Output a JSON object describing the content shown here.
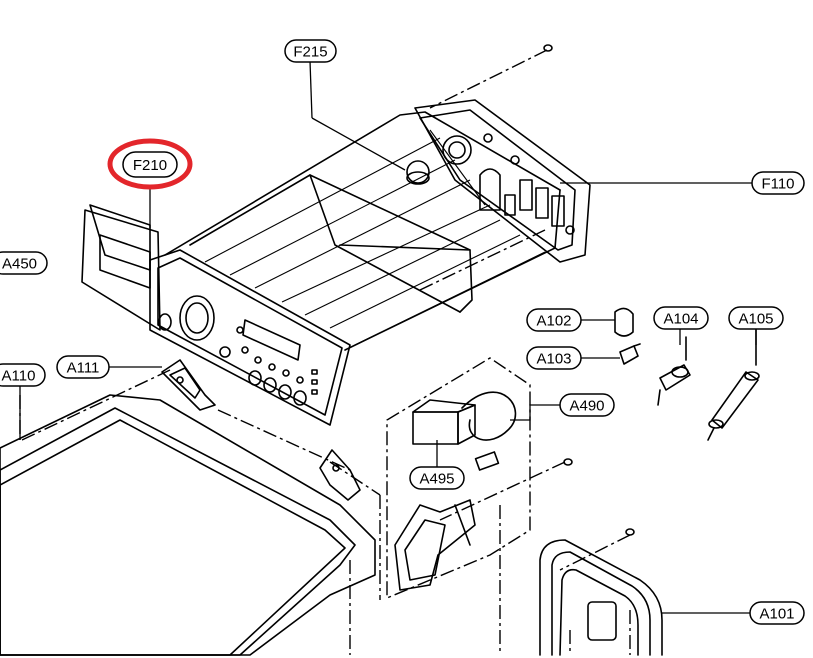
{
  "labels": {
    "f215": "F215",
    "f210": "F210",
    "f110": "F110",
    "a450": "A450",
    "a110": "A110",
    "a111": "A111",
    "a102": "A102",
    "a103": "A103",
    "a104": "A104",
    "a105": "A105",
    "a490": "A490",
    "a495": "A495",
    "a101": "A101"
  },
  "highlighted_part": "F210",
  "colors": {
    "highlight": "#e3262b",
    "line": "#000000",
    "background": "#ffffff"
  }
}
